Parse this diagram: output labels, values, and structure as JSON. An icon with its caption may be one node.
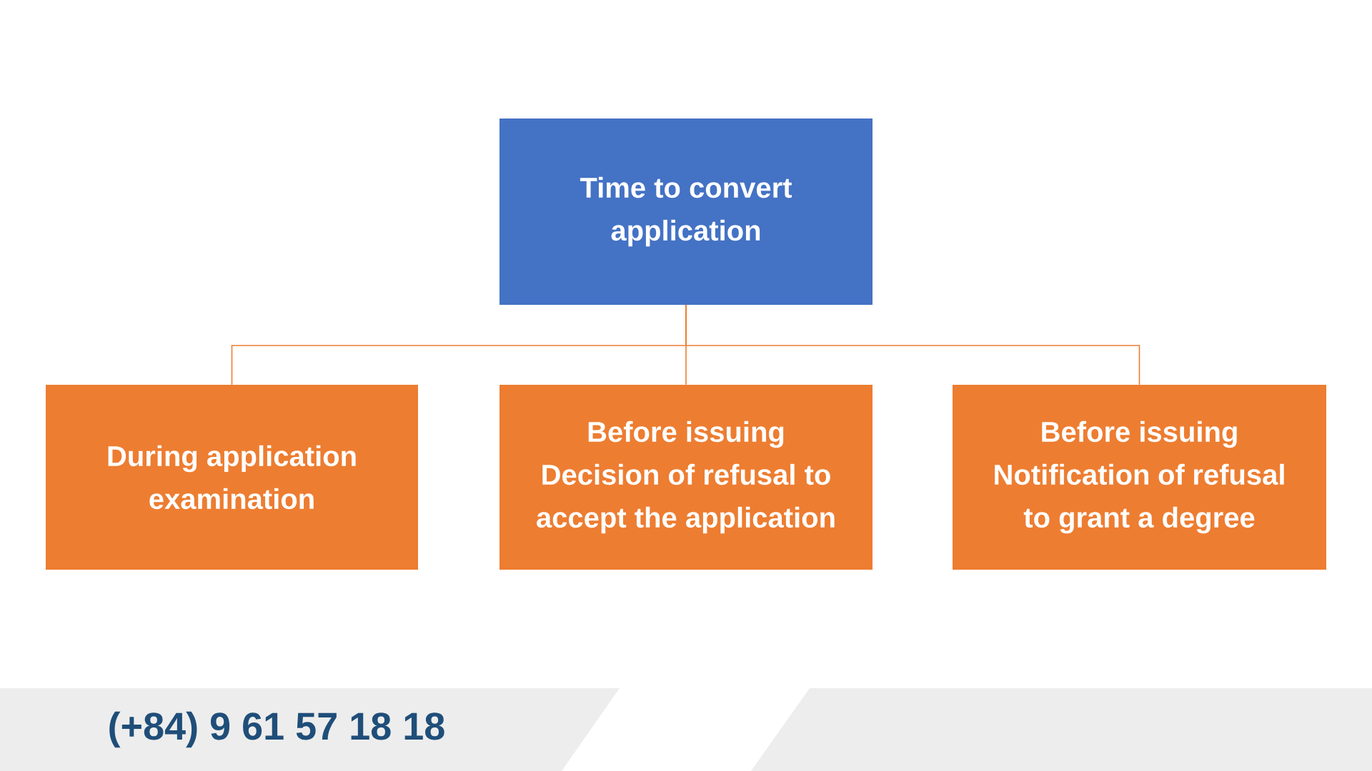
{
  "diagram": {
    "nodes": [
      {
        "text": [
          "Time to convert application"
        ]
      },
      {
        "text": [
          "During application examination"
        ]
      },
      {
        "text": [
          "Before issuing Decision of refusal to accept the application"
        ]
      },
      {
        "text": [
          "Before issuing Notification of refusal to grant a degree"
        ]
      }
    ],
    "edges": [
      {
        "from": 0,
        "to": 1,
        "arrow": "none"
      },
      {
        "from": 0,
        "to": 2,
        "arrow": "none"
      },
      {
        "from": 0,
        "to": 3,
        "arrow": "none"
      }
    ],
    "labels": [
      "(+84) 9 61 57 18 18"
    ]
  }
}
